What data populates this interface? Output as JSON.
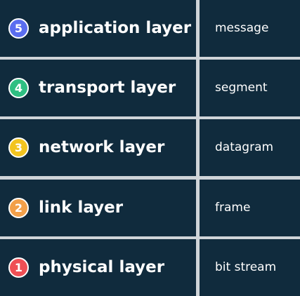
{
  "layers": [
    {
      "number": "5",
      "name": "application layer",
      "unit": "message",
      "badge_color": "#5a6df0"
    },
    {
      "number": "4",
      "name": "transport layer",
      "unit": "segment",
      "badge_color": "#2fbf82"
    },
    {
      "number": "3",
      "name": "network layer",
      "unit": "datagram",
      "badge_color": "#f2c420"
    },
    {
      "number": "2",
      "name": "link layer",
      "unit": "frame",
      "badge_color": "#f2a04a"
    },
    {
      "number": "1",
      "name": "physical layer",
      "unit": "bit stream",
      "badge_color": "#ef4f55"
    }
  ],
  "colors": {
    "cell_background": "#102b3d",
    "grid_lines": "#cfd4d8",
    "text": "#ffffff"
  }
}
